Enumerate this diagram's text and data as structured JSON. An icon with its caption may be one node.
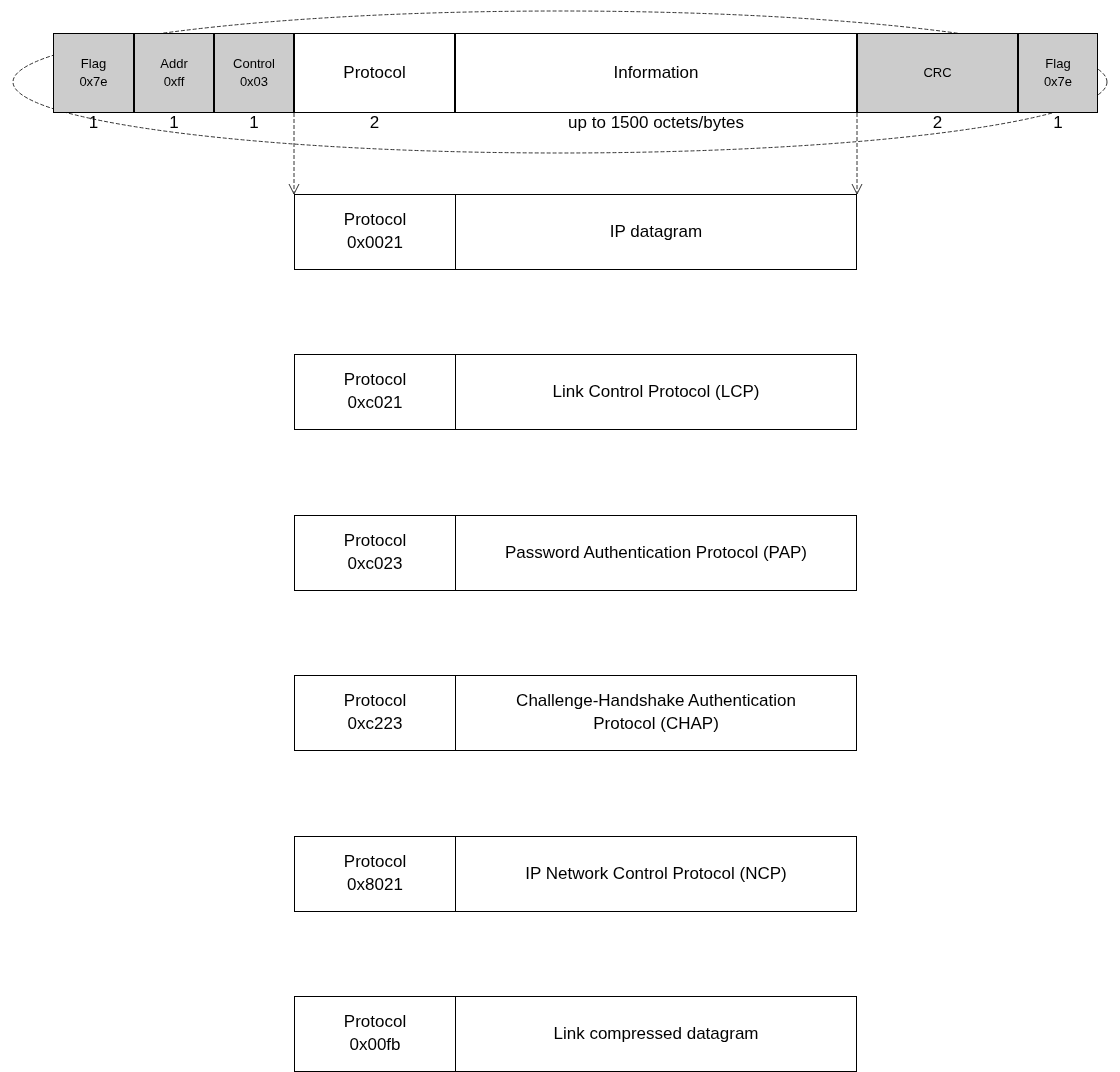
{
  "diagram": {
    "nodes": [
      {
        "text": [
          "Flag 0x7e"
        ],
        "beside": [
          "1"
        ]
      },
      {
        "text": [
          "Addr 0xff"
        ],
        "beside": [
          "1"
        ]
      },
      {
        "text": [
          "Control 0x03"
        ],
        "beside": [
          "1"
        ]
      },
      {
        "text": [
          "Protocol"
        ],
        "beside": [
          "2"
        ]
      },
      {
        "text": [
          "Information"
        ],
        "beside": [
          "up to 1500 octets/bytes"
        ]
      },
      {
        "text": [
          "CRC"
        ],
        "beside": [
          "2"
        ]
      },
      {
        "text": [
          "Flag 0x7e"
        ],
        "beside": [
          "1"
        ]
      },
      {
        "text": [
          "Protocol 0x0021"
        ]
      },
      {
        "text": [
          "IP datagram"
        ]
      },
      {
        "text": [
          "Protocol 0xc021"
        ]
      },
      {
        "text": [
          "Link Control Protocol (LCP)"
        ]
      },
      {
        "text": [
          "Protocol 0xc023"
        ]
      },
      {
        "text": [
          "Password Authentication Protocol (PAP)"
        ]
      },
      {
        "text": [
          "Protocol 0xc223"
        ]
      },
      {
        "text": [
          "Challenge-Handshake Authentication Protocol (CHAP)"
        ]
      },
      {
        "text": [
          "Protocol 0x8021"
        ]
      },
      {
        "text": [
          "IP Network Control Protocol (NCP)"
        ]
      },
      {
        "text": [
          "Protocol 0x00fb"
        ]
      },
      {
        "text": [
          "Link compressed datagram"
        ]
      }
    ],
    "edges": [
      {
        "from": 3,
        "to": 7,
        "arrow": "to",
        "style": "dashed"
      },
      {
        "from": 4,
        "to": 8,
        "arrow": "to",
        "style": "dashed"
      }
    ]
  }
}
